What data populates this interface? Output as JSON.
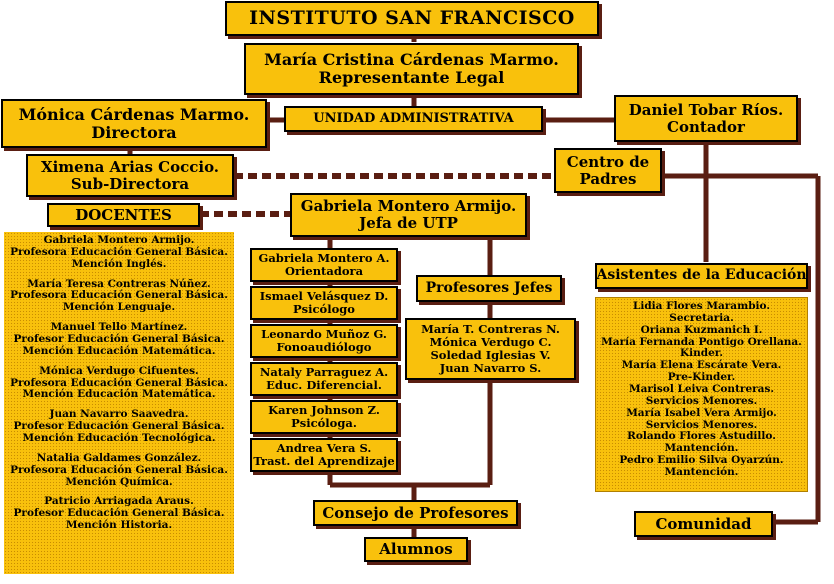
{
  "title": "INSTITUTO SAN FRANCISCO",
  "representante": {
    "name": "María Cristina Cárdenas Marmo.",
    "role": "Representante Legal"
  },
  "directora": {
    "name": "Mónica Cárdenas Marmo.",
    "role": "Directora"
  },
  "unidad_administrativa": "UNIDAD ADMINISTRATIVA",
  "contador": {
    "name": "Daniel Tobar Ríos.",
    "role": "Contador"
  },
  "subdirectora": {
    "name": "Ximena Arias Coccio.",
    "role": "Sub-Directora"
  },
  "centro_padres": {
    "line1": "Centro de",
    "line2": "Padres"
  },
  "docentes_label": "DOCENTES",
  "utp": {
    "name": "Gabriela Montero Armijo.",
    "role": "Jefa de UTP"
  },
  "docentes": [
    {
      "name": "Gabriela Montero Armijo.",
      "title": "Profesora Educación General Básica.",
      "mencion": "Mención Inglés."
    },
    {
      "name": "María Teresa Contreras Núñez.",
      "title": "Profesora Educación General Básica.",
      "mencion": "Mención Lenguaje."
    },
    {
      "name": "Manuel Tello Martínez.",
      "title": "Profesor Educación General Básica.",
      "mencion": "Mención Educación Matemática."
    },
    {
      "name": "Mónica Verdugo Cifuentes.",
      "title": "Profesora Educación General Básica.",
      "mencion": "Mención Educación Matemática."
    },
    {
      "name": "Juan Navarro Saavedra.",
      "title": "Profesor Educación General Básica.",
      "mencion": "Mención Educación Tecnológica."
    },
    {
      "name": "Natalia Galdames González.",
      "title": "Profesora Educación General Básica.",
      "mencion": "Mención Química."
    },
    {
      "name": "Patricio Arriagada Araus.",
      "title": "Profesor Educación General Básica.",
      "mencion": "Mención Historia."
    }
  ],
  "especialistas": [
    {
      "line1": "Gabriela Montero A.",
      "line2": "Orientadora"
    },
    {
      "line1": "Ismael Velásquez D.",
      "line2": "Psicólogo"
    },
    {
      "line1": "Leonardo Muñoz G.",
      "line2": "Fonoaudiólogo"
    },
    {
      "line1": "Nataly Parraguez A.",
      "line2": "Educ. Diferencial."
    },
    {
      "line1": "Karen Johnson Z.",
      "line2": "Psicóloga."
    },
    {
      "line1": "Andrea Vera S.",
      "line2": "Trast. del Aprendizaje"
    }
  ],
  "profesores_jefes": {
    "label": "Profesores Jefes",
    "names": [
      "María T. Contreras N.",
      "Mónica Verdugo C.",
      "Soledad Iglesias V.",
      "Juan Navarro S."
    ]
  },
  "asistentes": {
    "label": "Asistentes de la Educación",
    "lines": [
      "Lidia Flores Marambio.",
      "Secretaria.",
      "Oriana Kuzmanich I.",
      "María Fernanda Pontigo Orellana.",
      "Kinder.",
      "María Elena Escárate Vera.",
      "Pre-Kinder.",
      "Marisol Leiva Contreras.",
      "Servicios Menores.",
      "María Isabel Vera Armijo.",
      "Servicios Menores.",
      "Rolando Flores Astudillo.",
      "Mantención.",
      "Pedro Emilio Silva Oyarzún.",
      "Mantención."
    ]
  },
  "consejo": "Consejo de Profesores",
  "alumnos": "Alumnos",
  "comunidad": "Comunidad",
  "colors": {
    "box_fill": "#f9c10c",
    "connector": "#5a1e12",
    "shadow": "#5a1e12"
  }
}
